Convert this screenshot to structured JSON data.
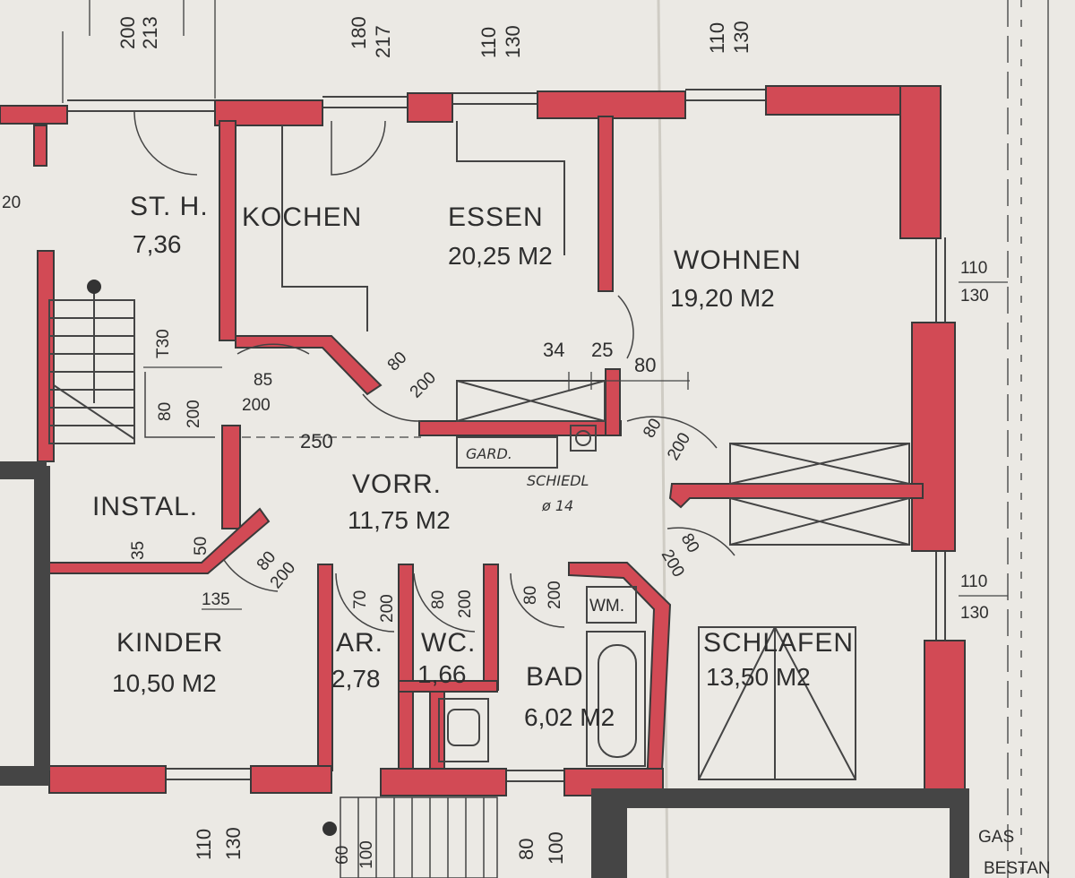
{
  "colors": {
    "paper": "#ebe9e4",
    "wall_red": "#d24a55",
    "wall_outline": "#3a3a3a",
    "ink": "#2e2e2e",
    "dark_wall": "#454545"
  },
  "rooms": {
    "sth": {
      "name": "ST. H.",
      "area": "7,36"
    },
    "kochen": {
      "name": "KOCHEN"
    },
    "essen": {
      "name": "ESSEN",
      "area": "20,25 M2"
    },
    "wohnen": {
      "name": "WOHNEN",
      "area": "19,20 M2"
    },
    "instal": {
      "name": "INSTAL."
    },
    "vorr": {
      "name": "VORR.",
      "area": "11,75 M2"
    },
    "kinder": {
      "name": "KINDER",
      "area": "10,50 M2"
    },
    "ar": {
      "name": "AR.",
      "area": "2,78"
    },
    "wc": {
      "name": "WC.",
      "area": "1,66"
    },
    "bad": {
      "name": "BAD",
      "area": "6,02 M2"
    },
    "schlafen": {
      "name": "SCHLAFEN",
      "area": "13,50 M2"
    }
  },
  "annotations": {
    "gard": "GARD.",
    "schiedl": "SCHIEDL",
    "schiedl_num": "ø 14",
    "wm": "WM.",
    "gas": "GAS",
    "bestand": "BESTAN",
    "stair_t": "T30"
  },
  "dimensions": {
    "top_200": "200",
    "top_213": "213",
    "top_180": "180",
    "top_217": "217",
    "top_110a": "110",
    "top_130a": "130",
    "top_110b": "110",
    "top_130b": "130",
    "right_110a": "110",
    "right_130a": "130",
    "right_110b": "110",
    "right_130b": "130",
    "left_20": "20",
    "door_80_200_kitchen_a": "80",
    "door_80_200_kitchen_b": "200",
    "door_85": "85",
    "door_85_200": "200",
    "door_80_stair": "80",
    "door_200_stair": "200",
    "hall_250": "250",
    "wall_34": "34",
    "wall_25": "25",
    "wall_80": "80",
    "door_80_wohnen": "80",
    "door_200_wohnen": "200",
    "door_80_schlafen": "80",
    "door_200_schlafen": "200",
    "d35": "35",
    "d50": "50",
    "d135": "135",
    "door_80_kinder": "80",
    "door_200_kinder": "200",
    "door_70_ar": "70",
    "door_200_ar": "200",
    "door_80_wc": "80",
    "door_200_wc": "200",
    "door_80_bad": "80",
    "door_200_bad": "200",
    "bot_110": "110",
    "bot_130": "130",
    "bot_60": "60",
    "bot_100a": "100",
    "bot_80": "80",
    "bot_100b": "100"
  }
}
